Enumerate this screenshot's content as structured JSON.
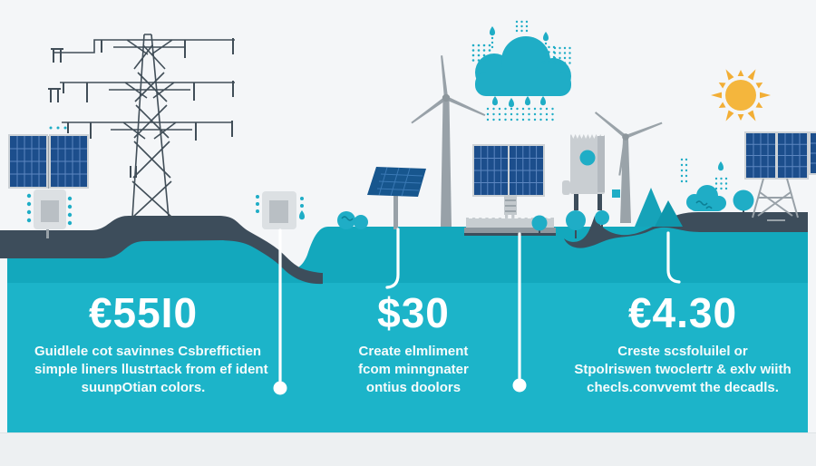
{
  "figure": {
    "type": "renewable-energy-infographic",
    "description": "Flat illustration of clean energy infrastructure above a teal ground band with three cost statistics"
  },
  "colors": {
    "sky": "#f4f6f8",
    "teal_upper": "#13a8bd",
    "teal_lower": "#1cb4c9",
    "slate": "#3d4d5b",
    "accent_teal": "#1fadc6",
    "deep_teal": "#0c7f95",
    "panel_blue": "#1c4e8c",
    "panel_grid": "#5c86c0",
    "frame_gray": "#cdd2d6",
    "metal_gray": "#98a1a8",
    "shade_gray": "#b4bac0",
    "line_dark": "#414e58",
    "sun_yellow": "#f4b63d",
    "sun_ray": "#f2ae35",
    "bottom_strip": "#edf0f2",
    "white": "#ffffff"
  },
  "stats": [
    {
      "value": "€55I0",
      "caption_lines": [
        "Guidlele cot savinnes Csbreffictien",
        "simple liners llustrtack from ef ident",
        "suunpOtian colors."
      ]
    },
    {
      "value": "$30",
      "caption_lines": [
        "Create elmliment",
        "fcom minngnater",
        "ontius doolors"
      ]
    },
    {
      "value": "€4.30",
      "caption_lines": [
        "Creste scsfoluilel or",
        "Stpolriswen twoclertr & exlv wiith",
        "checls.convvemt the decadls."
      ]
    }
  ],
  "illustration": {
    "elements": [
      "transmission-tower",
      "solar-panel-pair-left",
      "inverter-box-left",
      "inverter-box-center",
      "wind-turbine-large",
      "rain-cloud",
      "pole-solar-panel",
      "solar-array-platform",
      "battery-storage-tank",
      "trees",
      "bushes",
      "mountains",
      "wind-turbine-small",
      "sun",
      "solar-panel-tower-right",
      "timeline-markers"
    ]
  }
}
